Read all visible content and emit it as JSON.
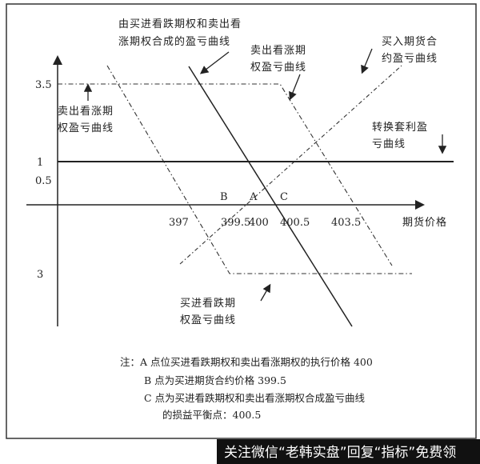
{
  "y_ticks": {
    "t35": "3.5",
    "t1": "1",
    "t05": "0.5",
    "t3": "3"
  },
  "x_ticks": {
    "t397": "397",
    "t3995": "399.5",
    "t400": "400",
    "t4005": "400.5",
    "t4035": "403.5"
  },
  "x_axis_label": "期货价格",
  "points": {
    "B": "B",
    "A": "A",
    "C": "C"
  },
  "annotations": {
    "combined": [
      "由买进看跌期权和卖出看",
      "涨期权合成的盈亏曲线"
    ],
    "sell_call_right": [
      "卖出看涨期",
      "权盈亏曲线"
    ],
    "buy_futures": [
      "买入期货合",
      "约盈亏曲线"
    ],
    "sell_call_left": [
      "卖出看涨期",
      "权盈亏曲线"
    ],
    "conversion": [
      "转换套利盈",
      "亏曲线"
    ],
    "buy_put": [
      "买进看跌期",
      "权盈亏曲线"
    ]
  },
  "notes": [
    "注：A 点位买进看跌期权和卖出看涨期权的执行价格 400",
    "B 点为买进期货合约价格 399.5",
    "C  点为买进看跌期权和卖出看涨期权合成盈亏曲线",
    "的损益平衡点：400.5"
  ],
  "watermark": "关注微信“老韩实盘”回复“指标”免费领",
  "colors": {
    "line": "#222222",
    "watermark_bg": "#111111"
  }
}
